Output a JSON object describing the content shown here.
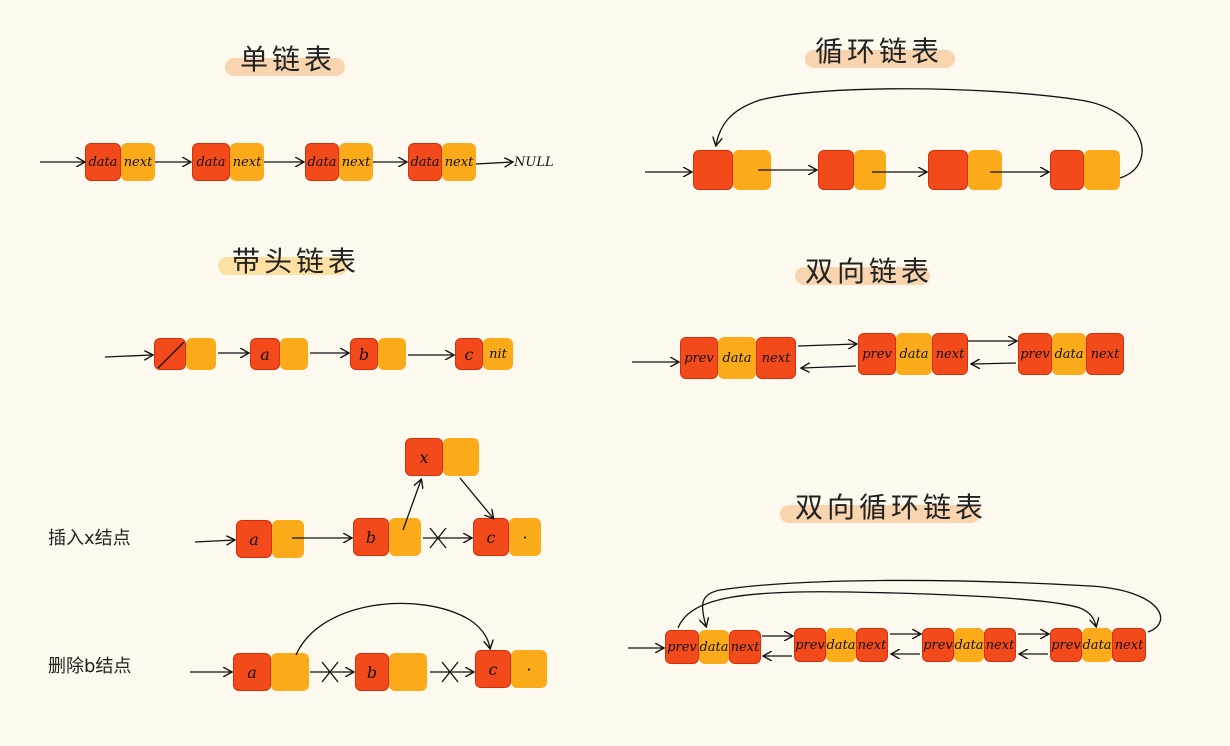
{
  "titles": {
    "singly": "单链表",
    "circular": "循环链表",
    "headed": "带头链表",
    "doubly": "双向链表",
    "doubly_circular": "双向循环链表"
  },
  "ops": {
    "insert": "插入x结点",
    "delete": "删除b结点"
  },
  "fields": {
    "data": "data",
    "next": "next",
    "prev": "prev",
    "null": "NULL",
    "nil": "nit"
  },
  "values": {
    "a": "a",
    "b": "b",
    "c": "c",
    "x": "x",
    "dot": "·"
  },
  "colors": {
    "pointer_field": "#f24a1b",
    "data_field": "#fbab1a",
    "highlight": "#f7c89a",
    "background": "#fdf9ef"
  }
}
